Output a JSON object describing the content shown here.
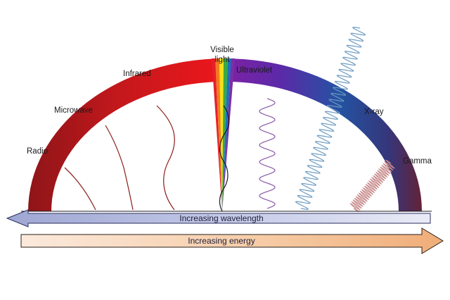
{
  "labels": {
    "radio": "Radio",
    "microwave": "Microwave",
    "infrared": "Infrared",
    "visible_line1": "Visible",
    "visible_line2": "light",
    "ultraviolet": "Ultraviolet",
    "xray": "X-ray",
    "gamma": "Gamma"
  },
  "arrows": {
    "wavelength": "Increasing wavelength",
    "energy": "Increasing energy"
  },
  "colors": {
    "radio": "#8e1518",
    "infrared": "#e0161c",
    "ultraviolet": "#6e27a8",
    "xray": "#2453a2",
    "gamma": "#6b1f2c",
    "visible_red": "#e5202a",
    "visible_orange": "#f47a20",
    "visible_yellow": "#f7e017",
    "visible_green": "#3aa844",
    "visible_blue": "#1f6fc2",
    "visible_violet": "#7b2fa3",
    "xray_wave": "#6d9bc1",
    "gamma_wave": "#c78a8a",
    "wavelength_arrow": "#aab2d8",
    "energy_arrow": "#f2b582"
  }
}
